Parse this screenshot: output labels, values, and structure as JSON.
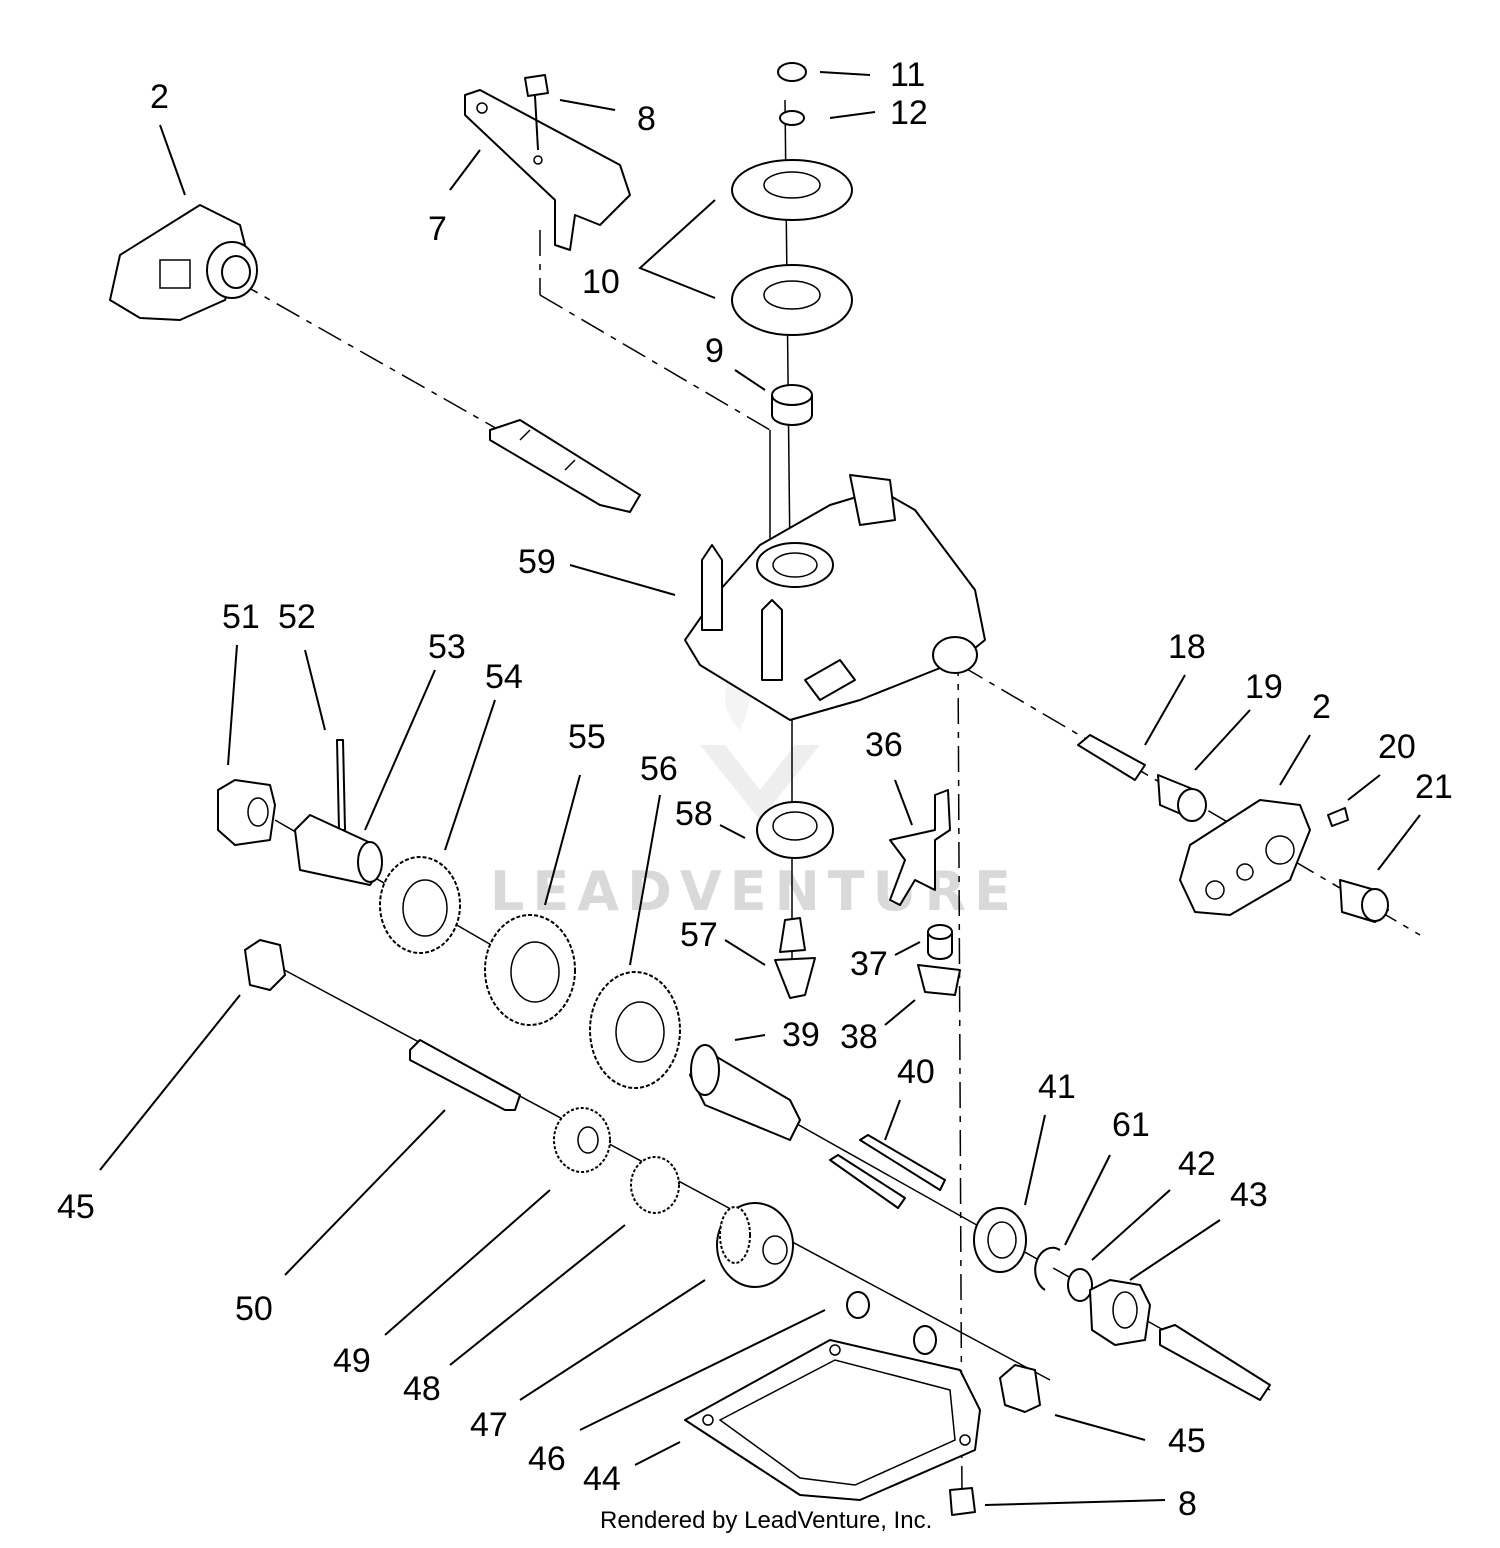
{
  "callouts": [
    {
      "id": "c2a",
      "label": "2"
    },
    {
      "id": "c8a",
      "label": "8"
    },
    {
      "id": "c7",
      "label": "7"
    },
    {
      "id": "c11",
      "label": "11"
    },
    {
      "id": "c12",
      "label": "12"
    },
    {
      "id": "c10",
      "label": "10"
    },
    {
      "id": "c9",
      "label": "9"
    },
    {
      "id": "c59",
      "label": "59"
    },
    {
      "id": "c51",
      "label": "51"
    },
    {
      "id": "c52",
      "label": "52"
    },
    {
      "id": "c53",
      "label": "53"
    },
    {
      "id": "c54",
      "label": "54"
    },
    {
      "id": "c55",
      "label": "55"
    },
    {
      "id": "c56",
      "label": "56"
    },
    {
      "id": "c58",
      "label": "58"
    },
    {
      "id": "c57",
      "label": "57"
    },
    {
      "id": "c36",
      "label": "36"
    },
    {
      "id": "c37",
      "label": "37"
    },
    {
      "id": "c38",
      "label": "38"
    },
    {
      "id": "c18",
      "label": "18"
    },
    {
      "id": "c19",
      "label": "19"
    },
    {
      "id": "c2b",
      "label": "2"
    },
    {
      "id": "c20",
      "label": "20"
    },
    {
      "id": "c21",
      "label": "21"
    },
    {
      "id": "c45a",
      "label": "45"
    },
    {
      "id": "c39",
      "label": "39"
    },
    {
      "id": "c40",
      "label": "40"
    },
    {
      "id": "c41",
      "label": "41"
    },
    {
      "id": "c61",
      "label": "61"
    },
    {
      "id": "c42",
      "label": "42"
    },
    {
      "id": "c43",
      "label": "43"
    },
    {
      "id": "c50",
      "label": "50"
    },
    {
      "id": "c49",
      "label": "49"
    },
    {
      "id": "c48",
      "label": "48"
    },
    {
      "id": "c47",
      "label": "47"
    },
    {
      "id": "c46",
      "label": "46"
    },
    {
      "id": "c44",
      "label": "44"
    },
    {
      "id": "c45b",
      "label": "45"
    },
    {
      "id": "c8b",
      "label": "8"
    }
  ],
  "watermark": "LEADVENTURE",
  "footer": "Rendered by LeadVenture, Inc."
}
